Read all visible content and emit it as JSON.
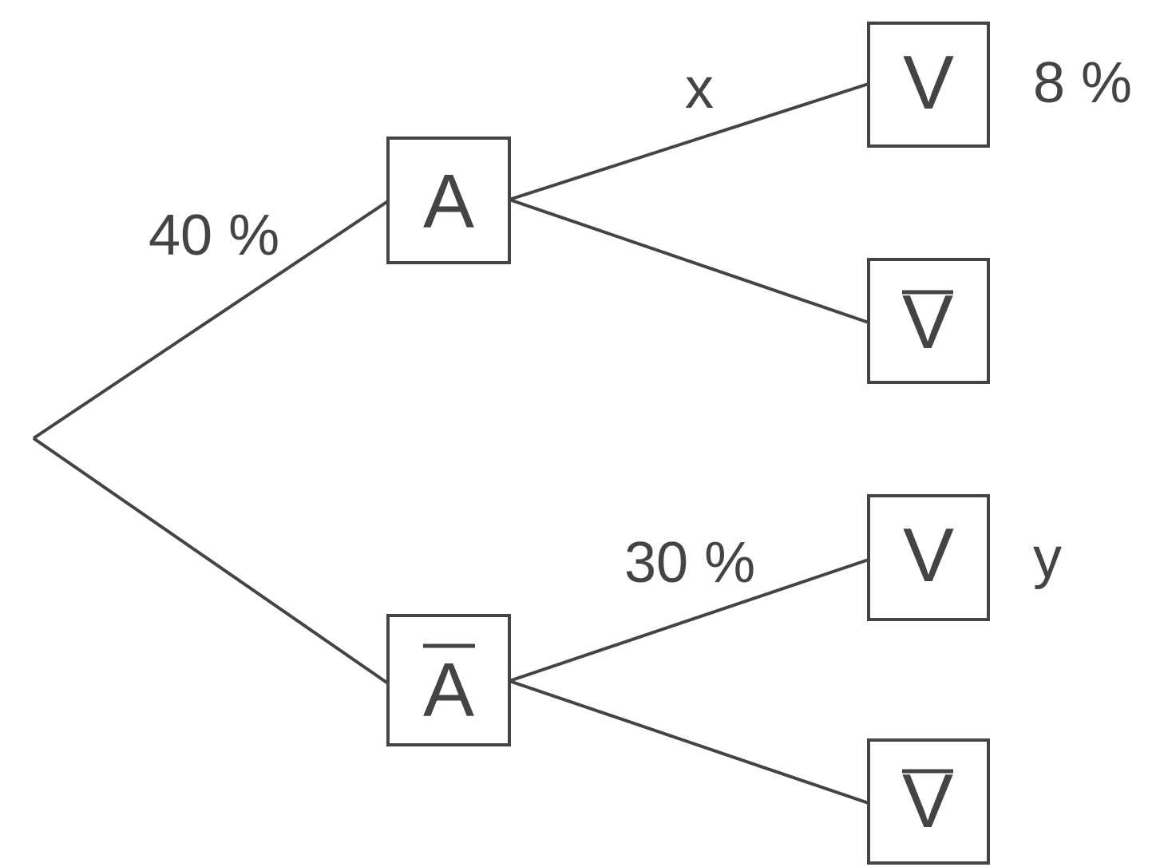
{
  "tree": {
    "level1": {
      "upper": {
        "label": "A",
        "complement": false
      },
      "lower": {
        "label": "A",
        "complement": true
      }
    },
    "level2": {
      "upper_upper": {
        "label": "V",
        "complement": false
      },
      "upper_lower": {
        "label": "V",
        "complement": true
      },
      "lower_upper": {
        "label": "V",
        "complement": false
      },
      "lower_lower": {
        "label": "V",
        "complement": true
      }
    },
    "edge_labels": {
      "root_to_upper": "40 %",
      "upper_to_upper": "x",
      "lower_to_upper": "30 %"
    },
    "leaf_labels": {
      "upper_upper": "8 %",
      "lower_upper": "y"
    },
    "colors": {
      "stroke": "#444444",
      "text": "#444444",
      "background": "#ffffff"
    }
  }
}
